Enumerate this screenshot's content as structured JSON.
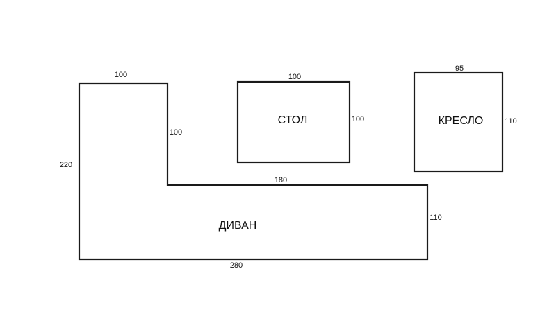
{
  "sofa": {
    "name": "ДИВАН",
    "dims": {
      "top": "100",
      "left": "220",
      "inner_vertical": "100",
      "inner_horizontal": "180",
      "right": "110",
      "bottom": "280"
    }
  },
  "table": {
    "name": "СТОЛ",
    "dims": {
      "top": "100",
      "right": "100"
    }
  },
  "armchair": {
    "name": "КРЕСЛО",
    "dims": {
      "top": "95",
      "right": "110"
    }
  }
}
